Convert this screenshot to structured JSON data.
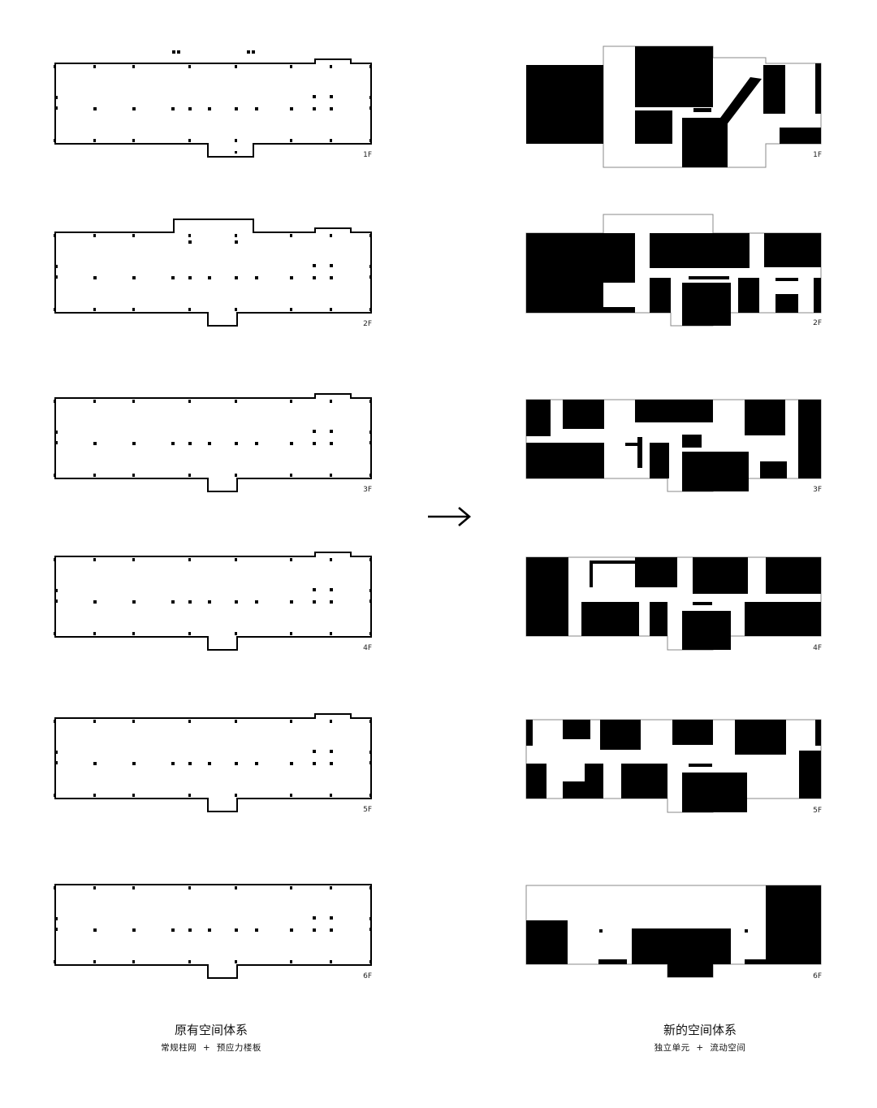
{
  "floors": [
    "1F",
    "2F",
    "3F",
    "4F",
    "5F",
    "6F"
  ],
  "left_caption": {
    "title": "原有空间体系",
    "sub_a": "常规柱网",
    "plus": "+",
    "sub_b": "预应力楼板"
  },
  "right_caption": {
    "title": "新的空间体系",
    "sub_a": "独立单元",
    "plus": "+",
    "sub_b": "流动空间"
  },
  "arrow_icon": "right-arrow-icon"
}
